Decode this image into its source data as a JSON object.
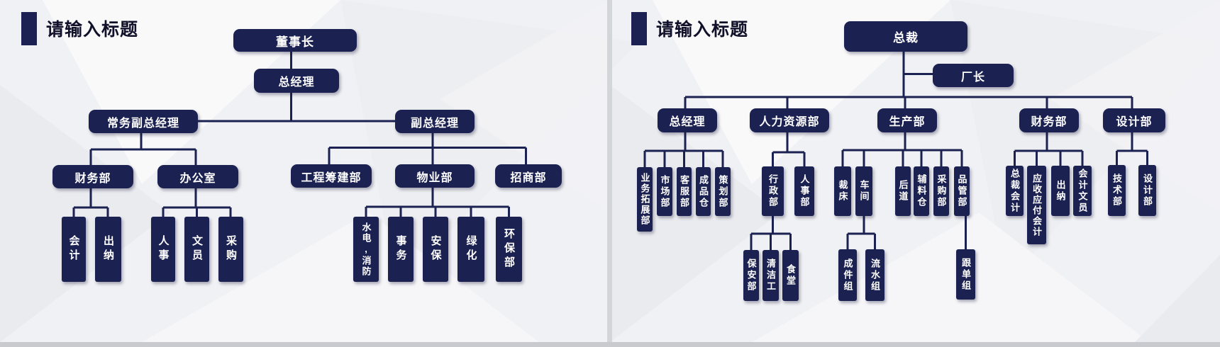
{
  "theme": {
    "node_color": "#1b2151",
    "line_color": "#1b2151",
    "accent_color": "#1b2153",
    "title_color": "#10102a",
    "slide_bg": "#f0f1f4",
    "footer_bar_color": "#c9cacd"
  },
  "slides": [
    {
      "title": "请输入标题",
      "nodes": {
        "chairman": "董事长",
        "general_manager": "总经理",
        "executive_deputy_gm": "常务副总经理",
        "deputy_gm": "副总经理",
        "finance_dept": "财务部",
        "office": "办公室",
        "engineering_prep_dept": "工程筹建部",
        "property_dept": "物业部",
        "investment_dept": "招商部",
        "accountant": "会计",
        "cashier": "出纳",
        "personnel": "人事",
        "clerk": "文员",
        "purchasing": "采购",
        "utilities_fire": "水电,消防",
        "affairs": "事务",
        "security": "安保",
        "greening": "绿化",
        "environment_dept": "环保部"
      },
      "tree": {
        "chairman": [
          "general_manager"
        ],
        "general_manager": [
          "executive_deputy_gm",
          "deputy_gm"
        ],
        "executive_deputy_gm": [
          "finance_dept",
          "office"
        ],
        "finance_dept": [
          "accountant",
          "cashier"
        ],
        "office": [
          "personnel",
          "clerk",
          "purchasing"
        ],
        "deputy_gm": [
          "engineering_prep_dept",
          "property_dept",
          "investment_dept"
        ],
        "property_dept": [
          "utilities_fire",
          "affairs",
          "security",
          "greening",
          "environment_dept"
        ]
      }
    },
    {
      "title": "请输入标题",
      "nodes": {
        "president": "总裁",
        "factory_director": "厂长",
        "general_manager": "总经理",
        "hr_dept": "人力资源部",
        "production_dept": "生产部",
        "finance_dept": "财务部",
        "design_dept": "设计部",
        "biz_dev_dept": "业务拓展部",
        "marketing_dept": "市场部",
        "customer_service_dept": "客服部",
        "finished_goods_warehouse": "成品仓",
        "planning_dept": "策划部",
        "admin_dept": "行政部",
        "personnel_dept": "人事部",
        "security_dept": "保安部",
        "cleaner": "清洁工",
        "canteen": "食堂",
        "cutting_bed": "裁床",
        "workshop": "车间",
        "assembly_team": "成件组",
        "assembly_line_team": "流水组",
        "post_process": "后道",
        "accessories_warehouse": "辅料仓",
        "purchasing_dept": "采购部",
        "qc_dept": "品管部",
        "order_follow_team": "跟单组",
        "president_accountant": "总裁会计",
        "ar_ap_accountant": "应收应付会计",
        "cashier": "出纳",
        "accounting_clerk": "会计文员",
        "tech_dept": "技术部",
        "design_sub_dept": "设计部"
      },
      "tree": {
        "president": [
          "factory_director",
          "general_manager",
          "hr_dept",
          "production_dept",
          "finance_dept",
          "design_dept"
        ],
        "general_manager": [
          "biz_dev_dept",
          "marketing_dept",
          "customer_service_dept",
          "finished_goods_warehouse",
          "planning_dept"
        ],
        "hr_dept": [
          "admin_dept",
          "personnel_dept"
        ],
        "admin_dept": [
          "security_dept",
          "cleaner",
          "canteen"
        ],
        "production_dept": [
          "cutting_bed",
          "workshop",
          "post_process",
          "accessories_warehouse",
          "purchasing_dept",
          "qc_dept"
        ],
        "workshop": [
          "assembly_team",
          "assembly_line_team"
        ],
        "qc_dept": [
          "order_follow_team"
        ],
        "finance_dept": [
          "president_accountant",
          "ar_ap_accountant",
          "cashier",
          "accounting_clerk"
        ],
        "design_dept": [
          "tech_dept",
          "design_sub_dept"
        ]
      }
    }
  ]
}
